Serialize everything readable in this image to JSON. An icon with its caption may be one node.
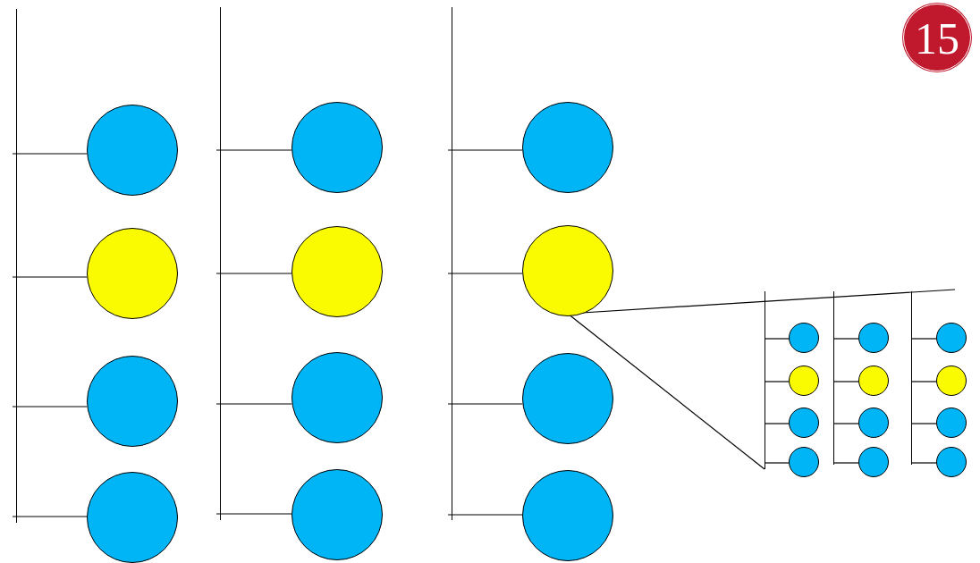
{
  "diagram": {
    "nodes": [
      {
        "text": [],
        "shape": "bar"
      },
      {
        "text": [],
        "shape": "circle"
      },
      {
        "text": [],
        "shape": "circle"
      },
      {
        "text": [],
        "shape": "circle"
      },
      {
        "text": [],
        "shape": "circle"
      },
      {
        "text": [],
        "shape": "bar"
      },
      {
        "text": [],
        "shape": "circle"
      },
      {
        "text": [],
        "shape": "circle"
      },
      {
        "text": [],
        "shape": "circle"
      },
      {
        "text": [],
        "shape": "circle"
      },
      {
        "text": [],
        "shape": "bar"
      },
      {
        "text": [],
        "shape": "circle"
      },
      {
        "text": [],
        "shape": "circle"
      },
      {
        "text": [],
        "shape": "circle"
      },
      {
        "text": [],
        "shape": "circle"
      },
      {
        "text": [],
        "shape": "bar"
      },
      {
        "text": [],
        "shape": "circle"
      },
      {
        "text": [],
        "shape": "circle"
      },
      {
        "text": [],
        "shape": "circle"
      },
      {
        "text": [],
        "shape": "circle"
      },
      {
        "text": [],
        "shape": "bar"
      },
      {
        "text": [],
        "shape": "circle"
      },
      {
        "text": [],
        "shape": "circle"
      },
      {
        "text": [],
        "shape": "circle"
      },
      {
        "text": [],
        "shape": "circle"
      },
      {
        "text": [],
        "shape": "bar"
      },
      {
        "text": [],
        "shape": "circle"
      },
      {
        "text": [],
        "shape": "circle"
      },
      {
        "text": [],
        "shape": "circle"
      },
      {
        "text": [],
        "shape": "circle"
      },
      {
        "text": [
          "15"
        ]
      }
    ],
    "edges": [
      {
        "from": 0,
        "to": 1,
        "arrow": "none"
      },
      {
        "from": 0,
        "to": 2,
        "arrow": "none"
      },
      {
        "from": 0,
        "to": 3,
        "arrow": "none"
      },
      {
        "from": 0,
        "to": 4,
        "arrow": "none"
      },
      {
        "from": 5,
        "to": 6,
        "arrow": "none"
      },
      {
        "from": 5,
        "to": 7,
        "arrow": "none"
      },
      {
        "from": 5,
        "to": 8,
        "arrow": "none"
      },
      {
        "from": 5,
        "to": 9,
        "arrow": "none"
      },
      {
        "from": 10,
        "to": 11,
        "arrow": "none"
      },
      {
        "from": 10,
        "to": 12,
        "arrow": "none"
      },
      {
        "from": 10,
        "to": 13,
        "arrow": "none"
      },
      {
        "from": 10,
        "to": 14,
        "arrow": "none"
      },
      {
        "from": 15,
        "to": 16,
        "arrow": "none"
      },
      {
        "from": 15,
        "to": 17,
        "arrow": "none"
      },
      {
        "from": 15,
        "to": 18,
        "arrow": "none"
      },
      {
        "from": 15,
        "to": 19,
        "arrow": "none"
      },
      {
        "from": 20,
        "to": 21,
        "arrow": "none"
      },
      {
        "from": 20,
        "to": 22,
        "arrow": "none"
      },
      {
        "from": 20,
        "to": 23,
        "arrow": "none"
      },
      {
        "from": 20,
        "to": 24,
        "arrow": "none"
      },
      {
        "from": 25,
        "to": 26,
        "arrow": "none"
      },
      {
        "from": 25,
        "to": 27,
        "arrow": "none"
      },
      {
        "from": 25,
        "to": 28,
        "arrow": "none"
      },
      {
        "from": 25,
        "to": 29,
        "arrow": "none"
      },
      {
        "from": 12,
        "to": null,
        "arrow": "none"
      },
      {
        "from": 12,
        "to": 15,
        "arrow": "none"
      }
    ]
  }
}
